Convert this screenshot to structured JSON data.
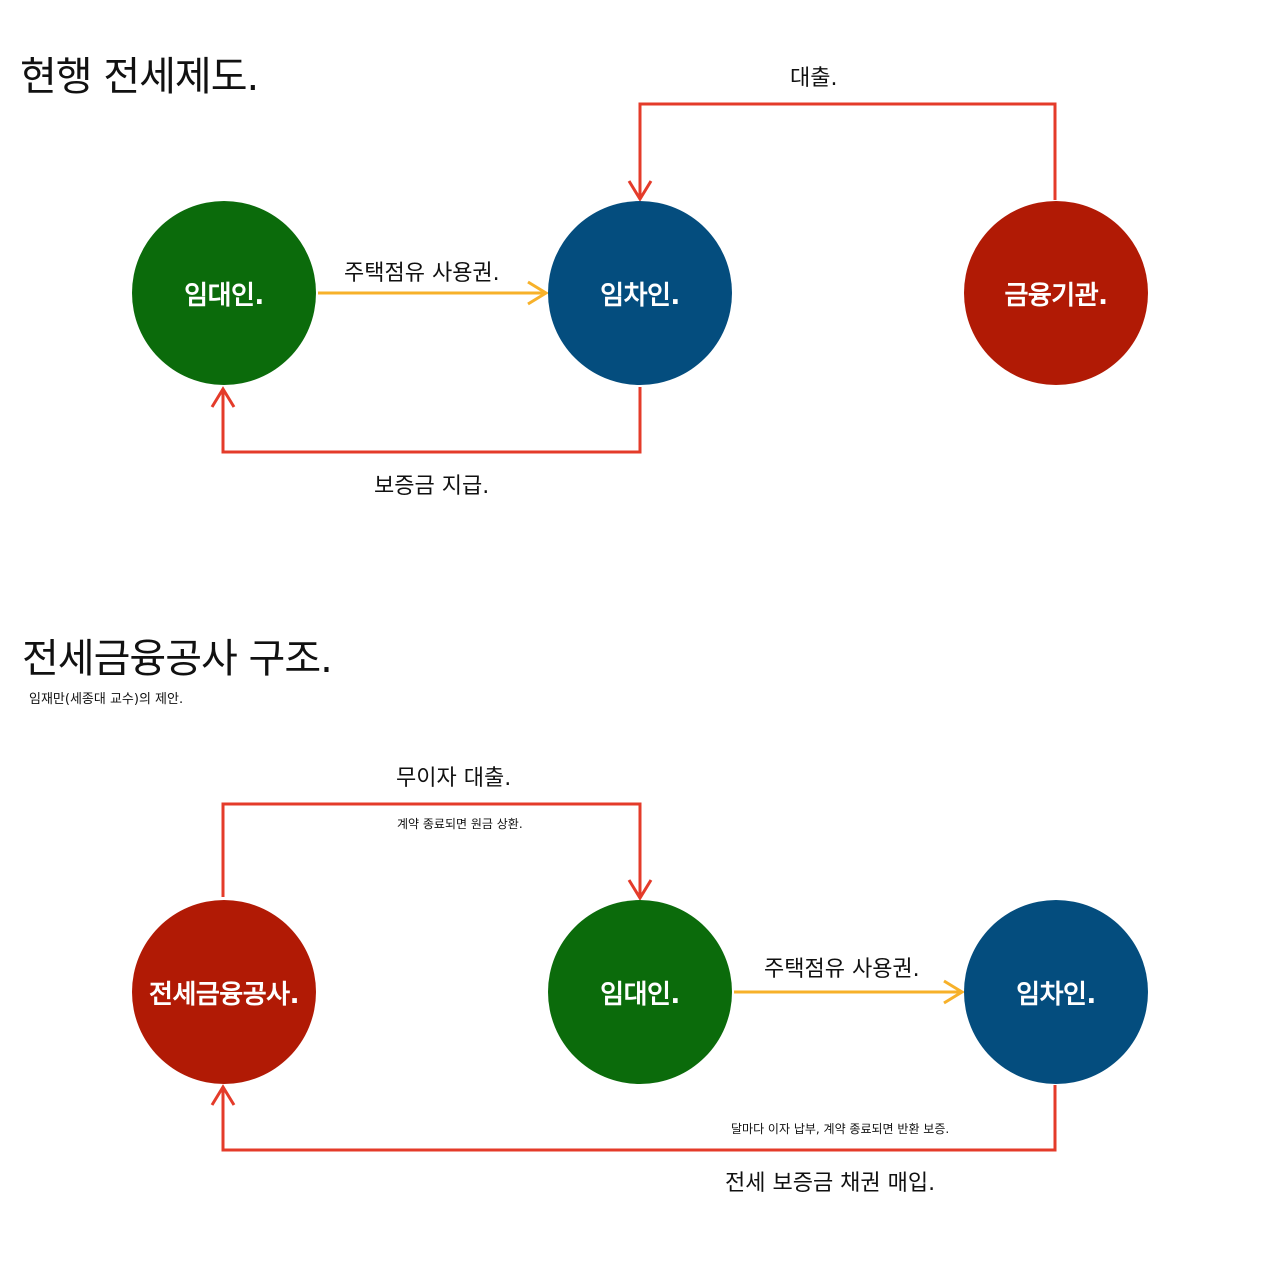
{
  "colors": {
    "green": "#0b6b0b",
    "blue": "#044d7e",
    "red": "#b11a05",
    "red_line": "#e43b2a",
    "orange_line": "#f7b12a"
  },
  "current": {
    "title": "현행 전세제도.",
    "nodes": {
      "landlord": "임대인.",
      "tenant": "임차인.",
      "bank": "금융기관."
    },
    "edges": {
      "occupancy_right": "주택점유 사용권.",
      "deposit_payment": "보증금 지급.",
      "loan": "대출."
    }
  },
  "proposal": {
    "title": "전세금융공사 구조.",
    "subtitle": "임재만(세종대 교수)의 제안.",
    "nodes": {
      "corporation": "전세금융공사.",
      "landlord": "임대인.",
      "tenant": "임차인."
    },
    "edges": {
      "interest_free_loan": "무이자 대출.",
      "interest_free_loan_note": "계약 종료되면 원금 상환.",
      "occupancy_right": "주택점유 사용권.",
      "bond_purchase": "전세 보증금 채권 매입.",
      "bond_purchase_note": "달마다 이자 납부, 계약 종료되면 반환 보증."
    }
  }
}
